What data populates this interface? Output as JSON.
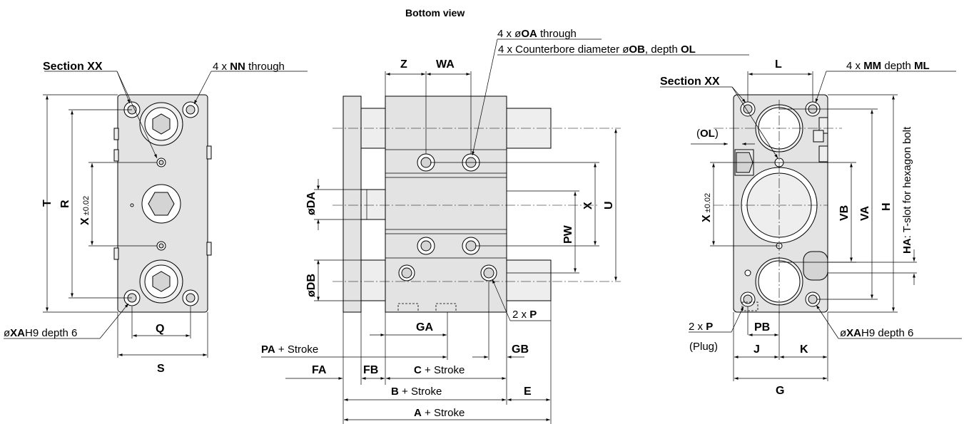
{
  "titles": {
    "bottom_view": "Bottom view"
  },
  "left_view": {
    "section_label": "Section XX",
    "nn_count": "4 x ",
    "nn_code": "NN",
    "nn_suffix": " through",
    "dim_T": "T",
    "dim_R": "R",
    "dim_X": "X",
    "tol_X": "±0.02",
    "dim_Q": "Q",
    "dim_S": "S",
    "xa_prefix": "ø",
    "xa_code": "XA",
    "xa_suffix": "H9 depth 6"
  },
  "center_view": {
    "oa_prefix": "4 x ø",
    "oa_code": "OA",
    "oa_suffix": " through",
    "ob_prefix": "4 x Counterbore diameter ø",
    "ob_code": "OB",
    "ob_mid": ", depth ",
    "ob_code2": "OL",
    "dim_Z": "Z",
    "dim_WA": "WA",
    "dim_DA": "øDA",
    "dim_DB": "øDB",
    "dim_X": "X",
    "dim_U": "U",
    "dim_PW": "PW",
    "p_count": "2 x ",
    "p_code": "P",
    "dim_GA": "GA",
    "dim_GB": "GB",
    "pa_code": "PA",
    "pa_suffix": " + Stroke",
    "dim_FA": "FA",
    "dim_FB": "FB",
    "c_code": "C",
    "c_suffix": " + Stroke",
    "b_code": "B",
    "b_suffix": " + Stroke",
    "dim_E": "E",
    "a_code": "A",
    "a_suffix": " + Stroke"
  },
  "right_view": {
    "section_label": "Section XX",
    "dim_L": "L",
    "mm_count": "4 x ",
    "mm_code": "MM",
    "mm_mid": " depth ",
    "mm_code2": "ML",
    "ol_open": "(",
    "ol_code": "OL",
    "ol_close": ")",
    "dim_X": "X",
    "tol_X": "±0.02",
    "dim_VB": "VB",
    "dim_VA": "VA",
    "dim_H": "H",
    "ha_code": "HA",
    "ha_suffix": ": T-slot for hexagon bolt",
    "p_count": "2 x ",
    "p_code": "P",
    "plug": "(Plug)",
    "dim_PB": "PB",
    "dim_J": "J",
    "dim_K": "K",
    "dim_G": "G",
    "xa_prefix": "ø",
    "xa_code": "XA",
    "xa_suffix": "H9 depth 6"
  }
}
